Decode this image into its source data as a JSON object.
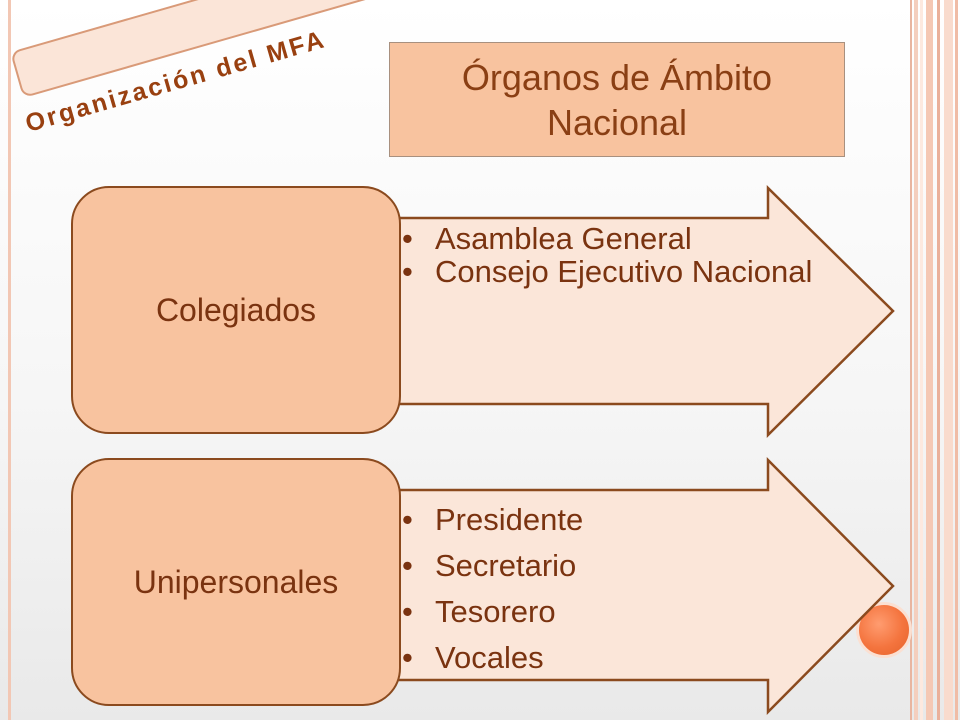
{
  "slide": {
    "tag": "Organización del MFA",
    "title": "Órganos de Ámbito Nacional",
    "groups": [
      {
        "label": "Colegiados",
        "items": [
          "Asamblea General",
          "Consejo Ejecutivo Nacional"
        ]
      },
      {
        "label": "Unipersonales",
        "items": [
          "Presidente",
          "Secretario",
          "Tesorero",
          "Vocales"
        ]
      }
    ]
  },
  "colors": {
    "box_fill": "#f8c39f",
    "arrow_fill": "#fbe6d9",
    "outline": "#8b4a1e",
    "text": "#7a3310",
    "accent_circle": "#f4743e"
  }
}
